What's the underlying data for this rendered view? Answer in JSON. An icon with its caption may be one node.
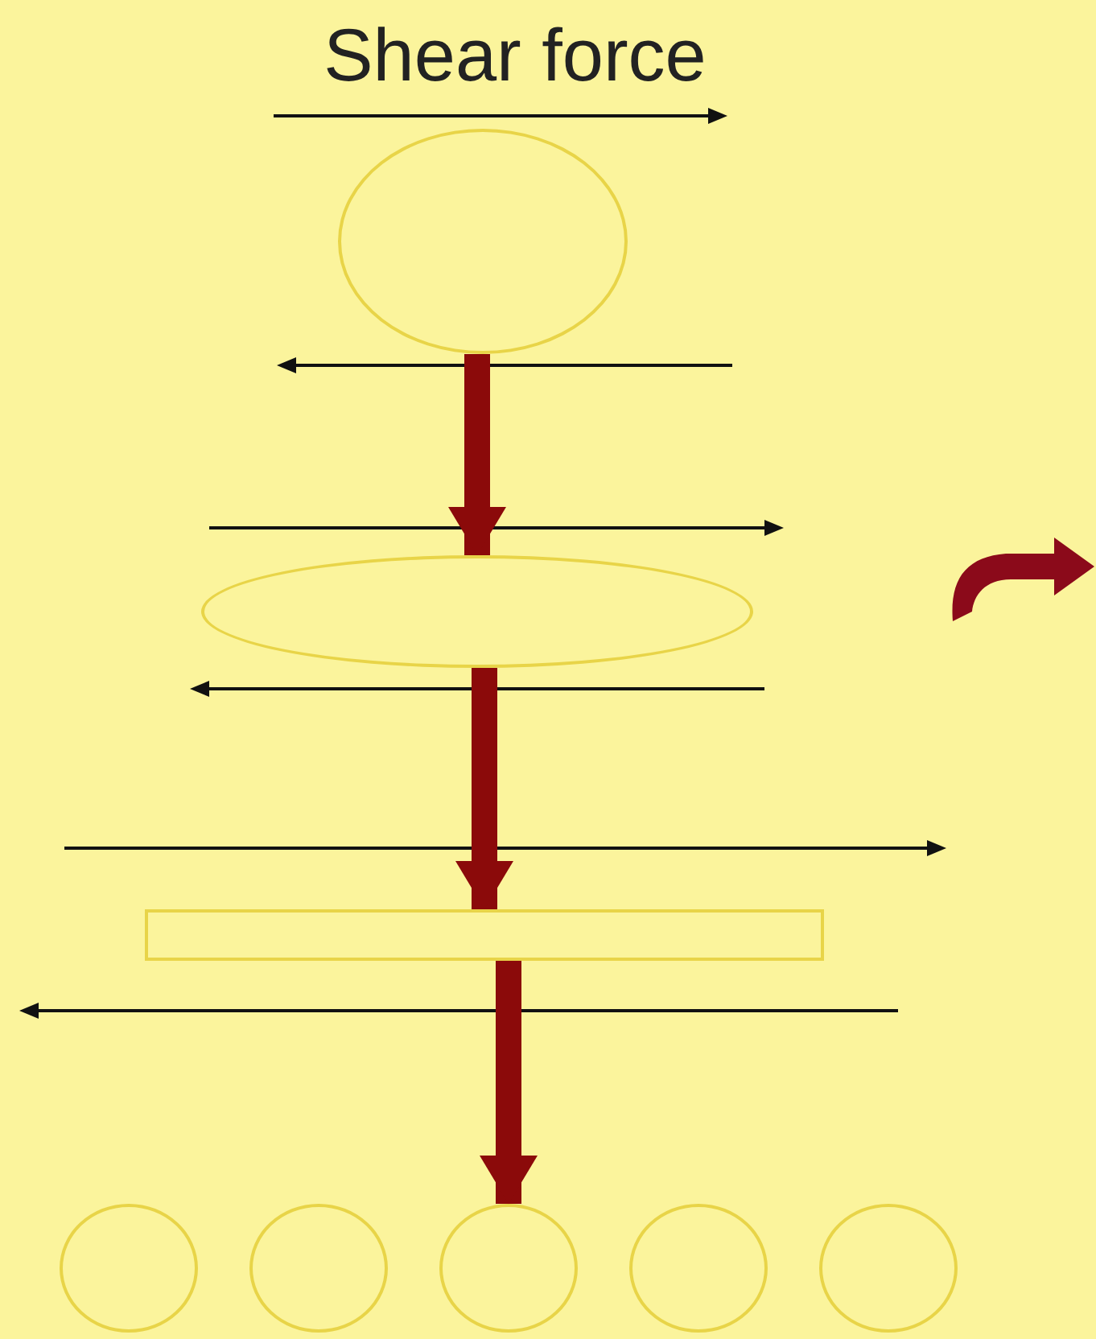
{
  "diagram": {
    "title": "Shear force",
    "nodes": [
      {
        "text": [],
        "shape": "circle"
      },
      {
        "text": [],
        "shape": "ellipse"
      },
      {
        "text": [],
        "shape": "bar"
      },
      {
        "text": [],
        "shape": "circle"
      },
      {
        "text": [],
        "shape": "circle"
      },
      {
        "text": [],
        "shape": "circle"
      },
      {
        "text": [],
        "shape": "circle"
      },
      {
        "text": [],
        "shape": "circle"
      }
    ],
    "edges": [
      {
        "from": 0,
        "to": 1,
        "arrow": "to",
        "color": "#8b0a0a"
      },
      {
        "from": 1,
        "to": 2,
        "arrow": "to",
        "color": "#8b0a0a"
      },
      {
        "from": 2,
        "to": 5,
        "arrow": "to",
        "color": "#8b0a0a"
      }
    ]
  }
}
